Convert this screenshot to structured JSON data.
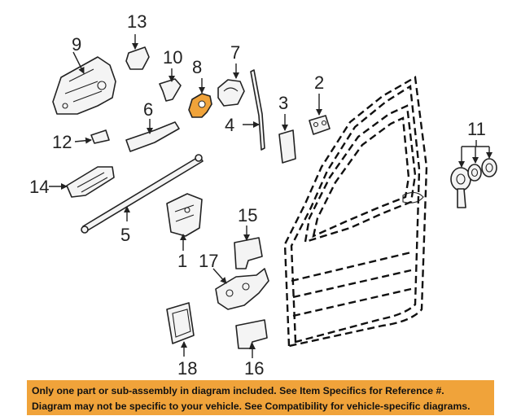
{
  "callouts": {
    "c1": "1",
    "c2": "2",
    "c3": "3",
    "c4": "4",
    "c5": "5",
    "c6": "6",
    "c7": "7",
    "c8": "8",
    "c9": "9",
    "c10": "10",
    "c11": "11",
    "c12": "12",
    "c13": "13",
    "c14": "14",
    "c15": "15",
    "c16": "16",
    "c17": "17",
    "c18": "18"
  },
  "highlighted_part": "8",
  "colors": {
    "highlight": "#f0a33a",
    "banner": "#f0a33a",
    "ink": "#222222"
  },
  "disclaimer": {
    "line1": "Only one part or sub-assembly in diagram included. See Item Specifics for Reference #.",
    "line2": "Diagram may not be specific to your vehicle. See Compatibility for vehicle-specific diagrams."
  }
}
